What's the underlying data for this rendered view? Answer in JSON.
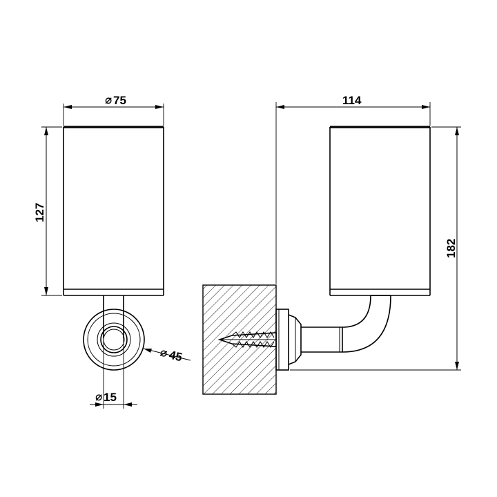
{
  "diagram": {
    "front_view": {
      "diameter_cup": "75",
      "height_cup": "127",
      "diameter_rod": "15",
      "diameter_base": "45"
    },
    "side_view": {
      "depth": "114",
      "overall_height": "182"
    },
    "symbols": {
      "diameter": "⌀"
    }
  }
}
